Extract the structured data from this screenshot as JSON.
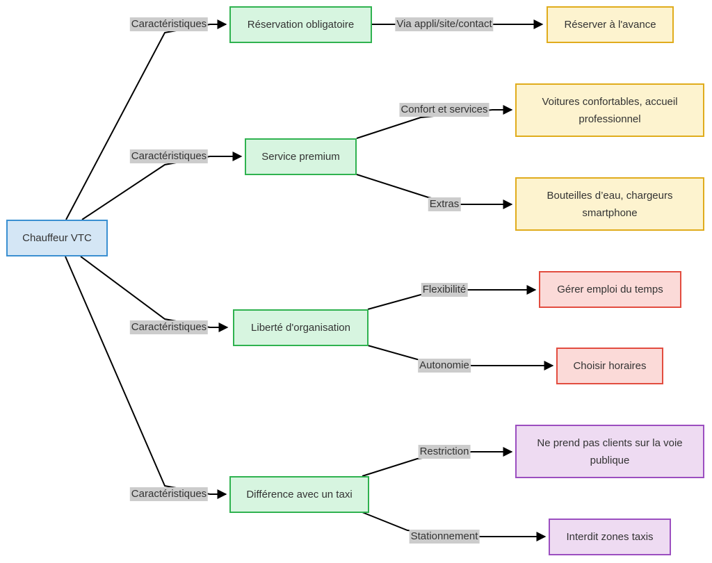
{
  "root": {
    "label": "Chauffeur VTC"
  },
  "features": [
    {
      "label": "Réservation obligatoire",
      "edge_label": "Caractéristiques"
    },
    {
      "label": "Service premium",
      "edge_label": "Caractéristiques"
    },
    {
      "label": "Liberté d'organisation",
      "edge_label": "Caractéristiques"
    },
    {
      "label": "Différence avec un taxi",
      "edge_label": "Caractéristiques"
    }
  ],
  "details": [
    {
      "label": "Réserver à l'avance",
      "edge_label": "Via appli/site/contact",
      "color": "yellow"
    },
    {
      "label": "Voitures confortables, accueil professionnel",
      "edge_label": "Confort et services",
      "color": "yellow"
    },
    {
      "label": "Bouteilles d’eau, chargeurs smartphone",
      "edge_label": "Extras",
      "color": "yellow"
    },
    {
      "label": "Gérer emploi du temps",
      "edge_label": "Flexibilité",
      "color": "red"
    },
    {
      "label": "Choisir horaires",
      "edge_label": "Autonomie",
      "color": "red"
    },
    {
      "label": "Ne prend pas clients sur la voie publique",
      "edge_label": "Restriction",
      "color": "purple"
    },
    {
      "label": "Interdit zones taxis",
      "edge_label": "Stationnement",
      "color": "purple"
    }
  ],
  "colors": {
    "root_fill": "#d4e6f5",
    "root_border": "#3a8fd1",
    "feature_fill": "#d7f5e0",
    "feature_border": "#2fb24f",
    "yellow_fill": "#fdf3cf",
    "yellow_border": "#e0ac1c",
    "red_fill": "#fbdad8",
    "red_border": "#e24c3f",
    "purple_fill": "#eedbf2",
    "purple_border": "#9b4ec0",
    "edge": "#000000",
    "edge_label_bg": "#cccccc"
  }
}
